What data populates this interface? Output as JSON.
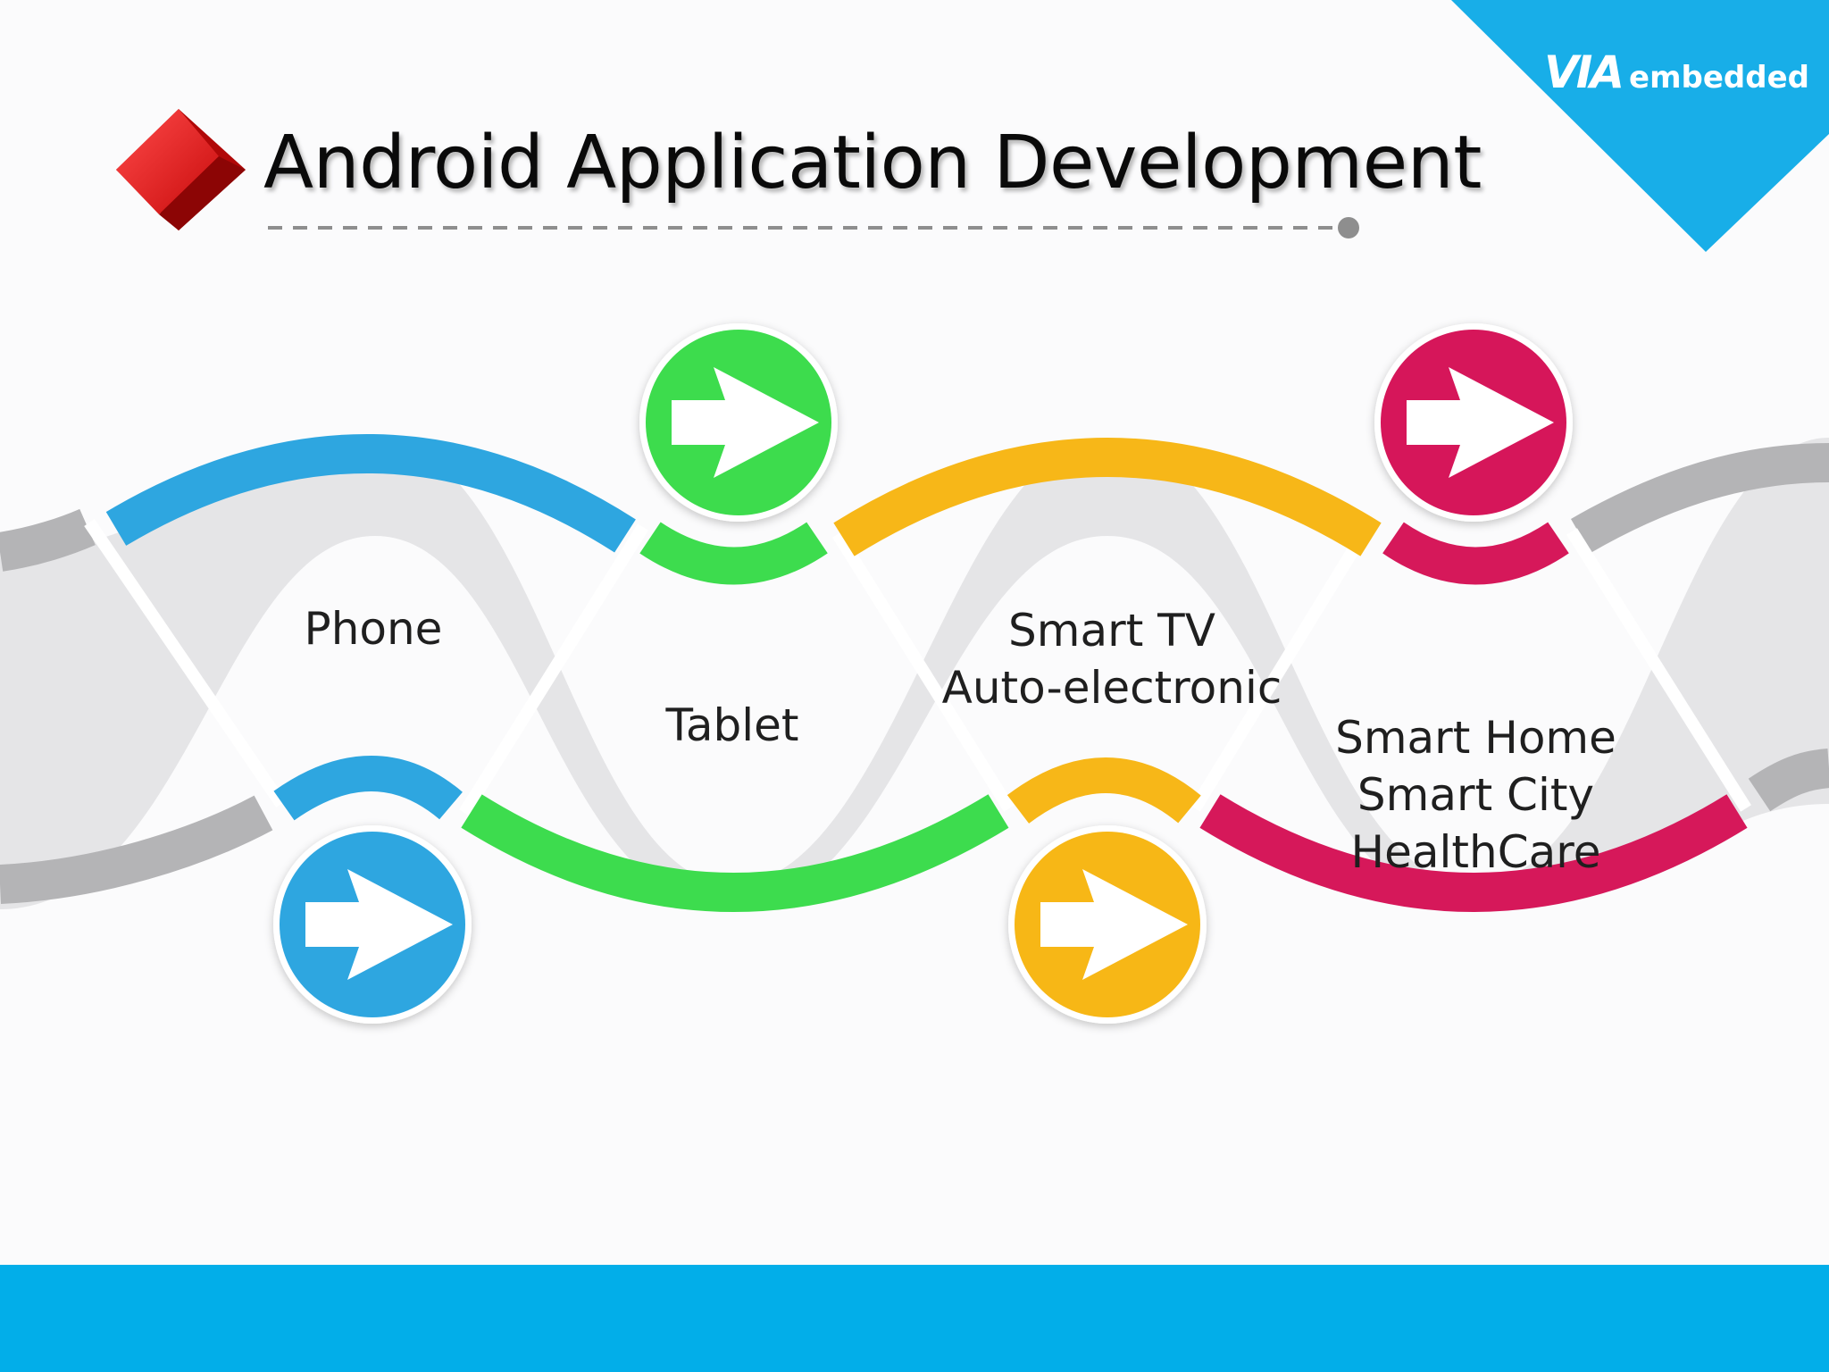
{
  "title": "Android Application Development",
  "brand": {
    "mark": "VIA",
    "name": "embedded"
  },
  "segments": [
    {
      "label": "Phone",
      "color": "#2ea6e0"
    },
    {
      "label": "Tablet",
      "color": "#3ddc4e"
    },
    {
      "label": "Smart TV\nAuto-electronic",
      "color": "#f7b718"
    },
    {
      "label": "Smart Home\nSmart City\nHealthCare",
      "color": "#d6185a"
    }
  ],
  "colors": {
    "accent_blue": "#02aee9",
    "corner_triangle": "#18aee8",
    "title_diamond": "#d81010",
    "ribbon_fill": "#e5e5e7",
    "ribbon_edge": "#b4b4b6"
  },
  "icons": [
    "arrow-right-icon"
  ]
}
